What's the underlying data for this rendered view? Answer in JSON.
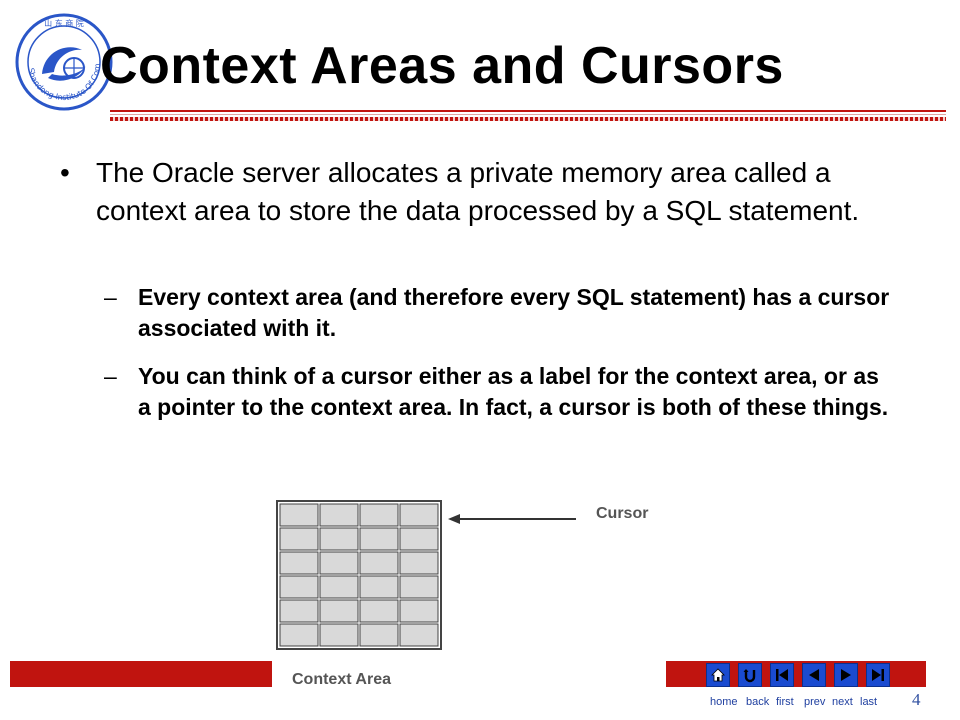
{
  "slide": {
    "title": "Context Areas and Cursors",
    "bullet": {
      "marker": "•",
      "text": "The Oracle server allocates a private memory area called a context area to store the data processed by a SQL statement."
    },
    "sub_points": [
      {
        "marker": "–",
        "text": "Every context area (and therefore every SQL statement) has a cursor associated with it."
      },
      {
        "marker": "–",
        "text": "You can think of a cursor either as a label for the context area, or as a pointer to the context area. In fact, a cursor is both of these things."
      }
    ],
    "page_number": "4"
  },
  "figure": {
    "cursor_label": "Cursor",
    "context_label": "Context Area",
    "grid_rows": 6,
    "grid_cols": 4,
    "cell_color": "#d9d9d9",
    "border_color": "#444444"
  },
  "logo": {
    "name": "Shandong Institute of Commerce logo",
    "ring_text": "Shandong Institute Of Commerce",
    "top_text": "山 东 商 院"
  },
  "nav": [
    {
      "label": "home",
      "icon": "home-icon"
    },
    {
      "label": "back",
      "icon": "u-turn-icon"
    },
    {
      "label": "first",
      "icon": "first-icon"
    },
    {
      "label": "prev",
      "icon": "prev-icon"
    },
    {
      "label": "next",
      "icon": "next-icon"
    },
    {
      "label": "last",
      "icon": "last-icon"
    }
  ],
  "colors": {
    "accent_red": "#c0140f",
    "nav_blue": "#1a4bd0",
    "logo_blue": "#2a56c8"
  }
}
